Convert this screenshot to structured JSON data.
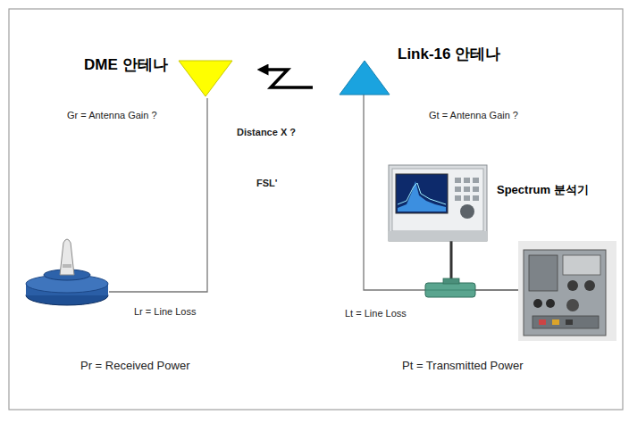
{
  "diagram": {
    "nodes": [
      {
        "text": [
          "DME 안테나"
        ]
      },
      {
        "text": [
          "Link-16 안테나"
        ]
      },
      {
        "text": [
          "Spectrum 분석기"
        ]
      }
    ],
    "edges": [
      {
        "from": 1,
        "to": 0,
        "arrow": "to"
      }
    ],
    "labels": [
      "Gr = Antenna Gain ?",
      "Distance X ?",
      "FSL'",
      "Gt = Antenna Gain ?",
      "Lr = Line Loss",
      "Lt = Line Loss",
      "Pr = Received Power",
      "Pt = Transmitted Power"
    ]
  }
}
